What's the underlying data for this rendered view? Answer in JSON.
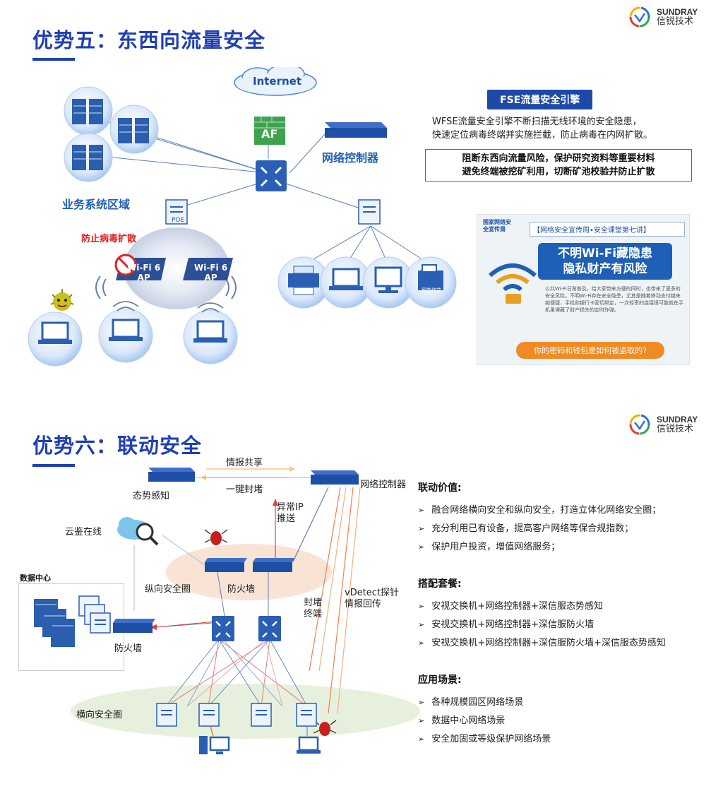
{
  "brand": {
    "en": "SUNDRAY",
    "cn": "信锐技术"
  },
  "section5": {
    "title": "优势五：东西向流量安全",
    "labels": {
      "internet": "Internet",
      "af": "AF",
      "controller": "网络控制器",
      "business_zone": "业务系统区域",
      "prevent_virus": "防止病毒扩散",
      "poe": "POE",
      "wifi6_ap": "Wi-Fi 6\nAP"
    },
    "fse": {
      "badge": "FSE流量安全引擎",
      "desc1": "WFSE流量安全引擎不断扫描无线环境的安全隐患，",
      "desc2": "快速定位病毒终端并实施拦截，防止病毒在内网扩散。",
      "box1": "阻断东西向流量风险，保护研究资料等重要材料",
      "box2": "避免终端被挖矿利用，切断矿池校验并防止扩散"
    },
    "poster": {
      "org": "国家网络安全宣传周",
      "banner": "【网络安全宣传周•安全课堂第七讲】",
      "headline1": "不明Wi-Fi藏隐患",
      "headline2": "隐私财产有风险",
      "body": "公共Wi-Fi日渐普及，给大家带来方便的同时，也带来了更多的安全风险。不明Wi-Fi存在安全隐患，尤其是随着移动支付越来越便捷，手机和银行卡密切绑定，一次轻率的连接很可能就在手机里埋藏了财产损失的定时炸弹。",
      "footer": "你的密码和钱包是如何被盗取的?",
      "terminal": "智能终端"
    }
  },
  "section6": {
    "title": "优势六：联动安全",
    "labels": {
      "situation": "态势感知",
      "intel_share": "情报共享",
      "one_key_block": "一键封堵",
      "controller": "网络控制器",
      "abnormal_ip": "异常IP\n推送",
      "cloud": "云鉴在线",
      "datacenter": "数据中心",
      "vertical": "纵向安全圈",
      "firewall_top": "防火墙",
      "firewall_dc": "防火墙",
      "block_terminal": "封堵\n终端",
      "vdetect": "vDetect探针\n情报回传",
      "horizontal": "横向安全圈"
    },
    "value": {
      "heading": "联动价值:",
      "items": [
        "融合网络横向安全和纵向安全，打造立体化网络安全圈；",
        "充分利用已有设备，提高客户网络等保合规指数；",
        "保护用户投资，增值网络服务；"
      ]
    },
    "package": {
      "heading": "搭配套餐:",
      "items": [
        "安视交换机+网络控制器+深信服态势感知",
        "安视交换机+网络控制器+深信服防火墙",
        "安视交换机+网络控制器+深信服防火墙+深信服态势感知"
      ]
    },
    "scenario": {
      "heading": "应用场景:",
      "items": [
        "各种规模园区网络场景",
        "数据中心网络场景",
        "安全加固或等级保护网络场景"
      ]
    }
  },
  "colors": {
    "title": "#1f3fb5",
    "accent_red": "#e02020",
    "box_green": "#2a8a3a",
    "badge": "#1e49a8"
  }
}
